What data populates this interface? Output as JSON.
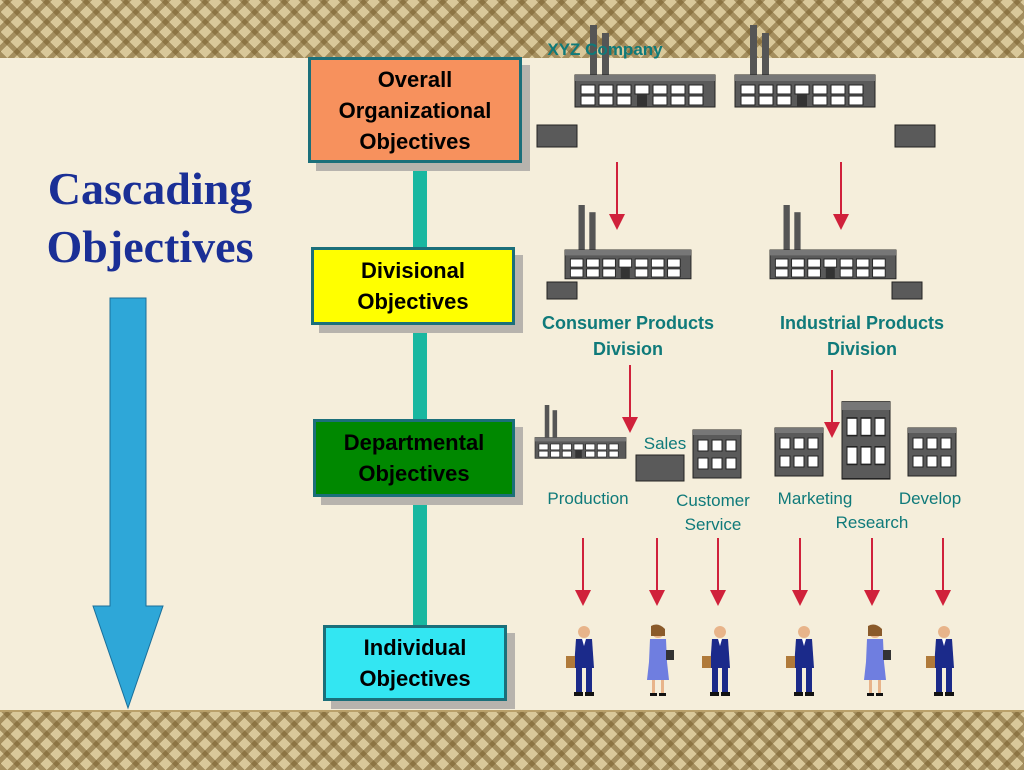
{
  "title": {
    "line1": "Cascading",
    "line2": "Objectives"
  },
  "levels": [
    {
      "line1": "Overall",
      "line2": "Organizational",
      "line3": "Objectives",
      "color": "#f7915d"
    },
    {
      "line1": "Divisional",
      "line2": "Objectives",
      "color": "#ffff00"
    },
    {
      "line1": "Departmental",
      "line2": "Objectives",
      "color": "#008800"
    },
    {
      "line1": "Individual",
      "line2": "Objectives",
      "color": "#33e6f2"
    }
  ],
  "company": {
    "name": "XYZ Company"
  },
  "divisions": [
    {
      "line1": "Consumer Products",
      "line2": "Division"
    },
    {
      "line1": "Industrial Products",
      "line2": "Division"
    }
  ],
  "departments": {
    "sales": "Sales",
    "production": "Production",
    "customer_service": {
      "line1": "Customer",
      "line2": "Service"
    },
    "marketing": "Marketing",
    "research": "Research",
    "develop": "Develop"
  },
  "colors": {
    "arrow_blue": "#2ea7d8",
    "spine": "#19b7a0",
    "label_teal": "#0f7a7a",
    "title_blue": "#1a2f96",
    "red_arrow": "#d0213b"
  }
}
